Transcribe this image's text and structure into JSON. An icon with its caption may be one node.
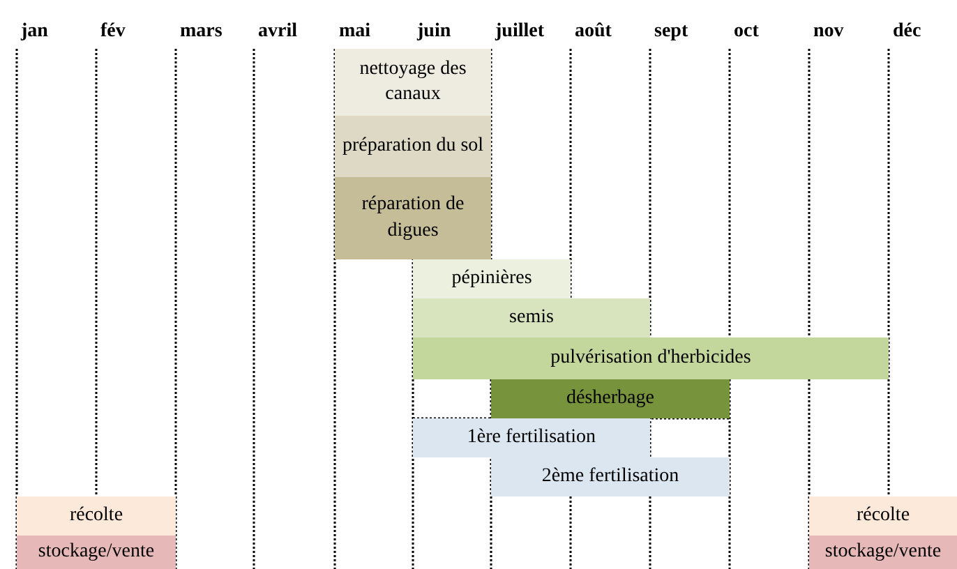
{
  "diagram": {
    "nodes": [
      {
        "text": [
          "nettoyage des canaux"
        ]
      },
      {
        "text": [
          "préparation du sol"
        ]
      },
      {
        "text": [
          "réparation de digues"
        ]
      },
      {
        "text": [
          "pépinières"
        ]
      },
      {
        "text": [
          "semis"
        ]
      },
      {
        "text": [
          "pulvérisation d'herbicides"
        ]
      },
      {
        "text": [
          "désherbage"
        ]
      },
      {
        "text": [
          "1ère fertilisation"
        ]
      },
      {
        "text": [
          "2ème fertilisation"
        ]
      },
      {
        "text": [
          "récolte"
        ]
      },
      {
        "text": [
          "récolte"
        ]
      },
      {
        "text": [
          "stockage/vente"
        ]
      },
      {
        "text": [
          "stockage/vente"
        ]
      }
    ],
    "edges": [],
    "labels": [
      "jan",
      "fév",
      "mars",
      "avril",
      "mai",
      "juin",
      "juillet",
      "août",
      "sept",
      "oct",
      "nov",
      "déc"
    ]
  }
}
